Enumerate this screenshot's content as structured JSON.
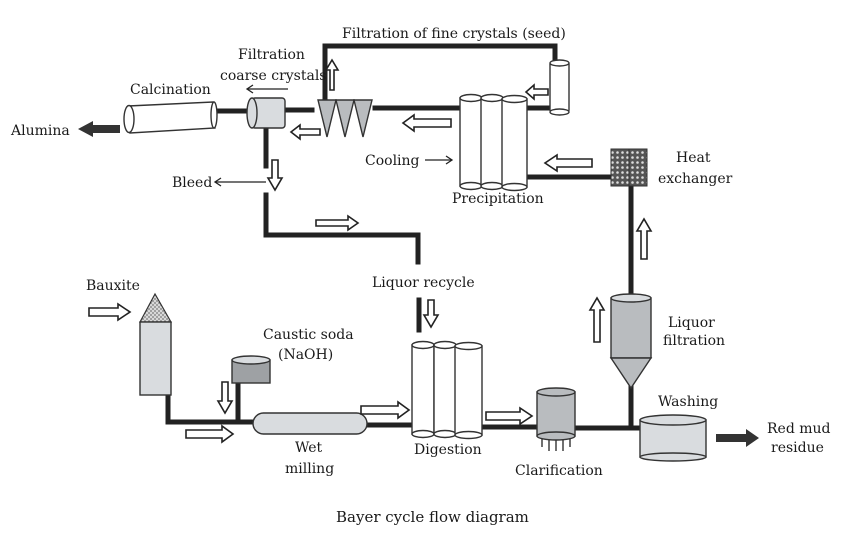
{
  "diagram": {
    "caption": "Bayer cycle flow diagram",
    "labels": {
      "filtration_fine": "Filtration of fine crystals (seed)",
      "filtration_coarse_1": "Filtration",
      "filtration_coarse_2": "coarse crystals",
      "calcination": "Calcination",
      "alumina": "Alumina",
      "bleed": "Bleed",
      "cooling": "Cooling",
      "precipitation": "Precipitation",
      "heat_exchanger_1": "Heat",
      "heat_exchanger_2": "exchanger",
      "liquor_recycle": "Liquor recycle",
      "bauxite": "Bauxite",
      "caustic_soda_1": "Caustic soda",
      "caustic_soda_2": "(NaOH)",
      "wet_milling_1": "Wet",
      "wet_milling_2": "milling",
      "digestion": "Digestion",
      "clarification": "Clarification",
      "liquor_filtration_1": "Liquor",
      "liquor_filtration_2": "filtration",
      "washing": "Washing",
      "red_mud_1": "Red mud",
      "red_mud_2": "residue"
    },
    "stages": [
      "Bauxite",
      "Wet milling",
      "Digestion",
      "Clarification",
      "Liquor filtration",
      "Heat exchanger",
      "Precipitation",
      "Filtration of fine crystals (seed)",
      "Filtration coarse crystals",
      "Calcination",
      "Alumina"
    ],
    "outputs": [
      "Alumina",
      "Red mud residue",
      "Bleed"
    ],
    "inputs": [
      "Bauxite",
      "Caustic soda (NaOH)"
    ]
  }
}
